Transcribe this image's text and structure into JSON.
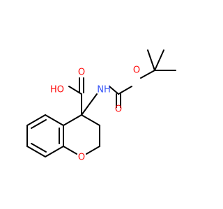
{
  "atoms": {
    "oh_label": "HO",
    "carbonyl_o1_label": "O",
    "nh_label": "NH",
    "ester_o_label": "O",
    "carbonyl_o2_label": "O",
    "ring_o_label": "O"
  },
  "colors": {
    "oxygen": "#ff0d0d",
    "nitrogen": "#3050f8",
    "bond": "#000000",
    "background": "#ffffff"
  }
}
